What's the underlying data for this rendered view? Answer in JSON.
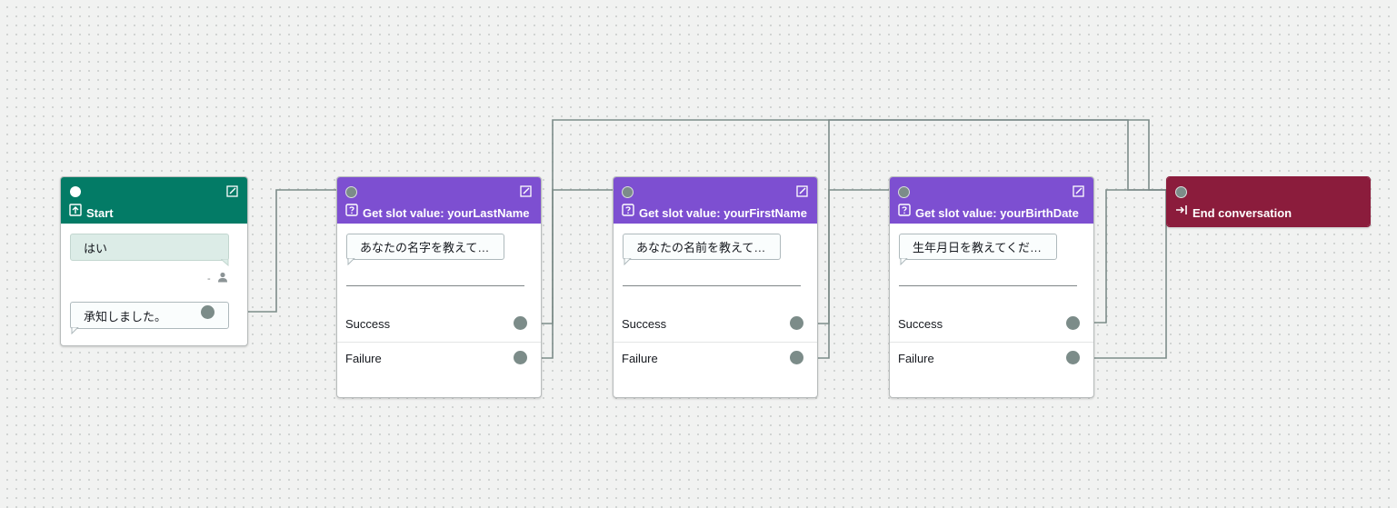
{
  "start": {
    "title": "Start",
    "user_utterance": "はい",
    "user_meta": "-",
    "bot_response": "承知しました。"
  },
  "slots": [
    {
      "title": "Get slot value: yourLastName",
      "prompt": "あなたの名字を教えて…",
      "success": "Success",
      "failure": "Failure"
    },
    {
      "title": "Get slot value: yourFirstName",
      "prompt": "あなたの名前を教えて…",
      "success": "Success",
      "failure": "Failure"
    },
    {
      "title": "Get slot value: yourBirthDate",
      "prompt": "生年月日を教えてくだ…",
      "success": "Success",
      "failure": "Failure"
    }
  ],
  "end": {
    "title": "End conversation"
  },
  "colors": {
    "start_header": "#037b66",
    "slot_header": "#7d4fd1",
    "end_header": "#8b1c3c",
    "port": "#7c8c89",
    "wire": "#7c8c89"
  },
  "icons": {
    "start": "start-flag-icon",
    "slot": "question-box-icon",
    "end": "end-arrow-icon",
    "edit": "edit-icon",
    "user": "user-icon"
  }
}
